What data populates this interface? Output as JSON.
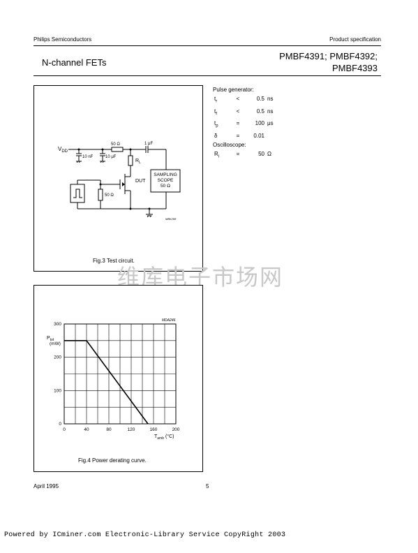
{
  "header": {
    "company": "Philips Semiconductors",
    "doc_type": "Product specification",
    "product_family": "N-channel FETs",
    "part_line1": "PMBF4391; PMBF4392;",
    "part_line2": "PMBF4393"
  },
  "fig3": {
    "caption": "Fig.3  Test circuit.",
    "code": "MBK288",
    "labels": {
      "vdd": "V",
      "vdd_sub": "DD",
      "c1": "10 nF",
      "c2": "10 μF",
      "r_series": "50 Ω",
      "c_out": "1 μF",
      "rl": "R",
      "rl_sub": "L",
      "dut": "DUT",
      "r_gate": "50 Ω",
      "scope_l1": "SAMPLING",
      "scope_l2": "SCOPE",
      "scope_l3": "50 Ω"
    }
  },
  "spec": {
    "pulse_title": "Pulse generator:",
    "rows": [
      {
        "sym": "t",
        "sub": "r",
        "op": "<",
        "val": "0.5",
        "unit": "ns"
      },
      {
        "sym": "t",
        "sub": "f",
        "op": "<",
        "val": "0.5",
        "unit": "ns"
      },
      {
        "sym": "t",
        "sub": "p",
        "op": "=",
        "val": "100",
        "unit": "μs"
      },
      {
        "sym": "δ",
        "sub": "",
        "op": "=",
        "val": "0.01",
        "unit": ""
      }
    ],
    "osc_title": "Oscilloscope:",
    "osc_rows": [
      {
        "sym": "R",
        "sub": "i",
        "op": "=",
        "val": "50",
        "unit": "Ω"
      }
    ]
  },
  "chart_data": {
    "type": "line",
    "code": "MDA246",
    "caption": "Fig.4  Power derating curve.",
    "ylabel": "P",
    "ylabel_sub": "tot",
    "ylabel_unit": "(mW)",
    "xlabel": "T",
    "xlabel_sub": "amb",
    "xlabel_unit": "(°C)",
    "xlim": [
      0,
      200
    ],
    "ylim": [
      0,
      300
    ],
    "xticks": [
      0,
      40,
      80,
      120,
      160,
      200
    ],
    "yticks": [
      0,
      100,
      200,
      300
    ],
    "grid": true,
    "grid_x_step": 20,
    "grid_y_step": 50,
    "series": [
      {
        "x": [
          0,
          40,
          150
        ],
        "y": [
          250,
          250,
          0
        ]
      }
    ]
  },
  "footer": {
    "date": "April 1995",
    "page": "5",
    "powered": "Powered by ICminer.com Electronic-Library Service CopyRight 2003"
  },
  "watermark": "维库电子市场网"
}
